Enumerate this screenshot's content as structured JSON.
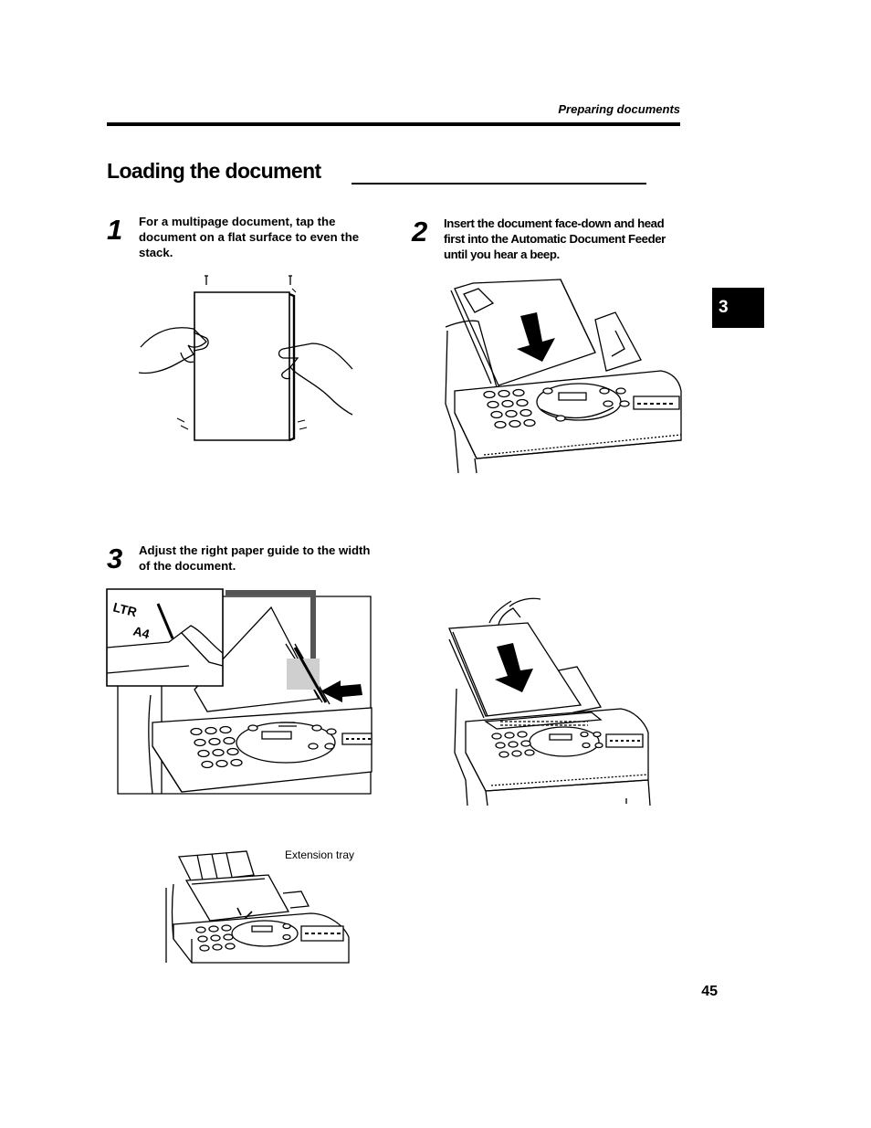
{
  "header": {
    "section_title": "Preparing documents"
  },
  "page": {
    "title": "Loading the document",
    "number": "45"
  },
  "chapter_tab": "3",
  "steps": [
    {
      "number": "1",
      "text": "For a multipage document, tap the document on a flat surface to even the stack."
    },
    {
      "number": "2",
      "text": "Insert the document face-down and head first into the Automatic Document Feeder until you hear a beep."
    },
    {
      "number": "3",
      "text": "Adjust the right paper guide to the width of the document."
    }
  ],
  "illustrations": {
    "extension_tray_caption": "Extension tray",
    "guide_inset_labels": [
      "LTR",
      "A4"
    ]
  }
}
